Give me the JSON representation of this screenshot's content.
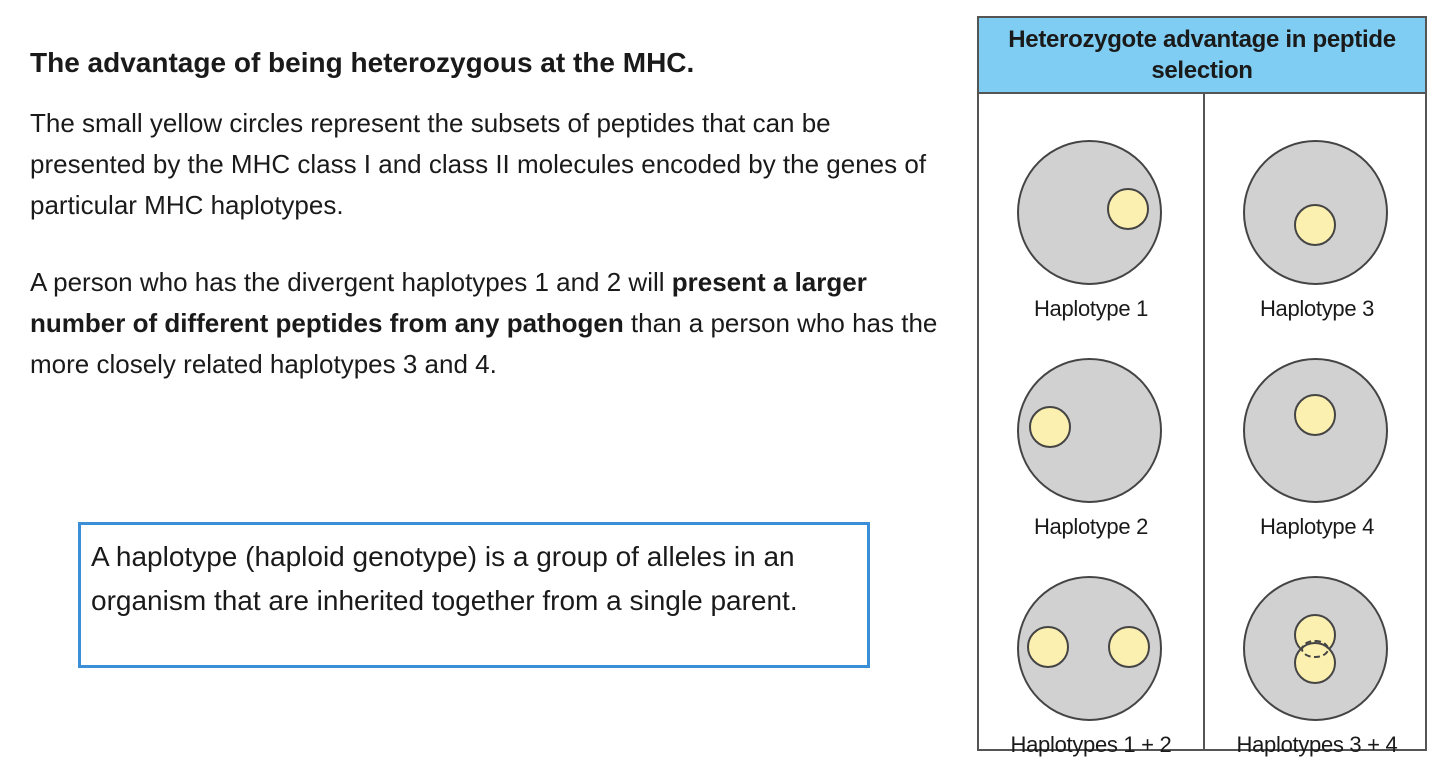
{
  "heading": "The advantage of being heterozygous at the MHC.",
  "paragraph1": "The small yellow circles represent the subsets of peptides that can be presented by the MHC class I and class II molecules encoded by the genes of particular MHC haplotypes.",
  "paragraph2": {
    "part1": "A person who has the divergent haplotypes 1 and 2 will ",
    "bold": "present a larger number of different peptides from any pathogen",
    "part2": " than a person who has the more closely related haplotypes 3 and 4."
  },
  "definition": "A haplotype (haploid genotype) is a group of alleles in an organism that are inherited together from a single parent.",
  "figure": {
    "title": "Heterozygote advantage in peptide selection",
    "cells": [
      {
        "label": "Haplotype 1"
      },
      {
        "label": "Haplotype 3"
      },
      {
        "label": "Haplotype 2"
      },
      {
        "label": "Haplotype 4"
      },
      {
        "label": "Haplotypes 1 + 2"
      },
      {
        "label": "Haplotypes 3 + 4"
      }
    ]
  },
  "colors": {
    "title_bg": "#7fcdf2",
    "big_circle": "#d1d1d1",
    "peptide_circle": "#fcf0b0",
    "definition_border": "#3a8fd6"
  }
}
